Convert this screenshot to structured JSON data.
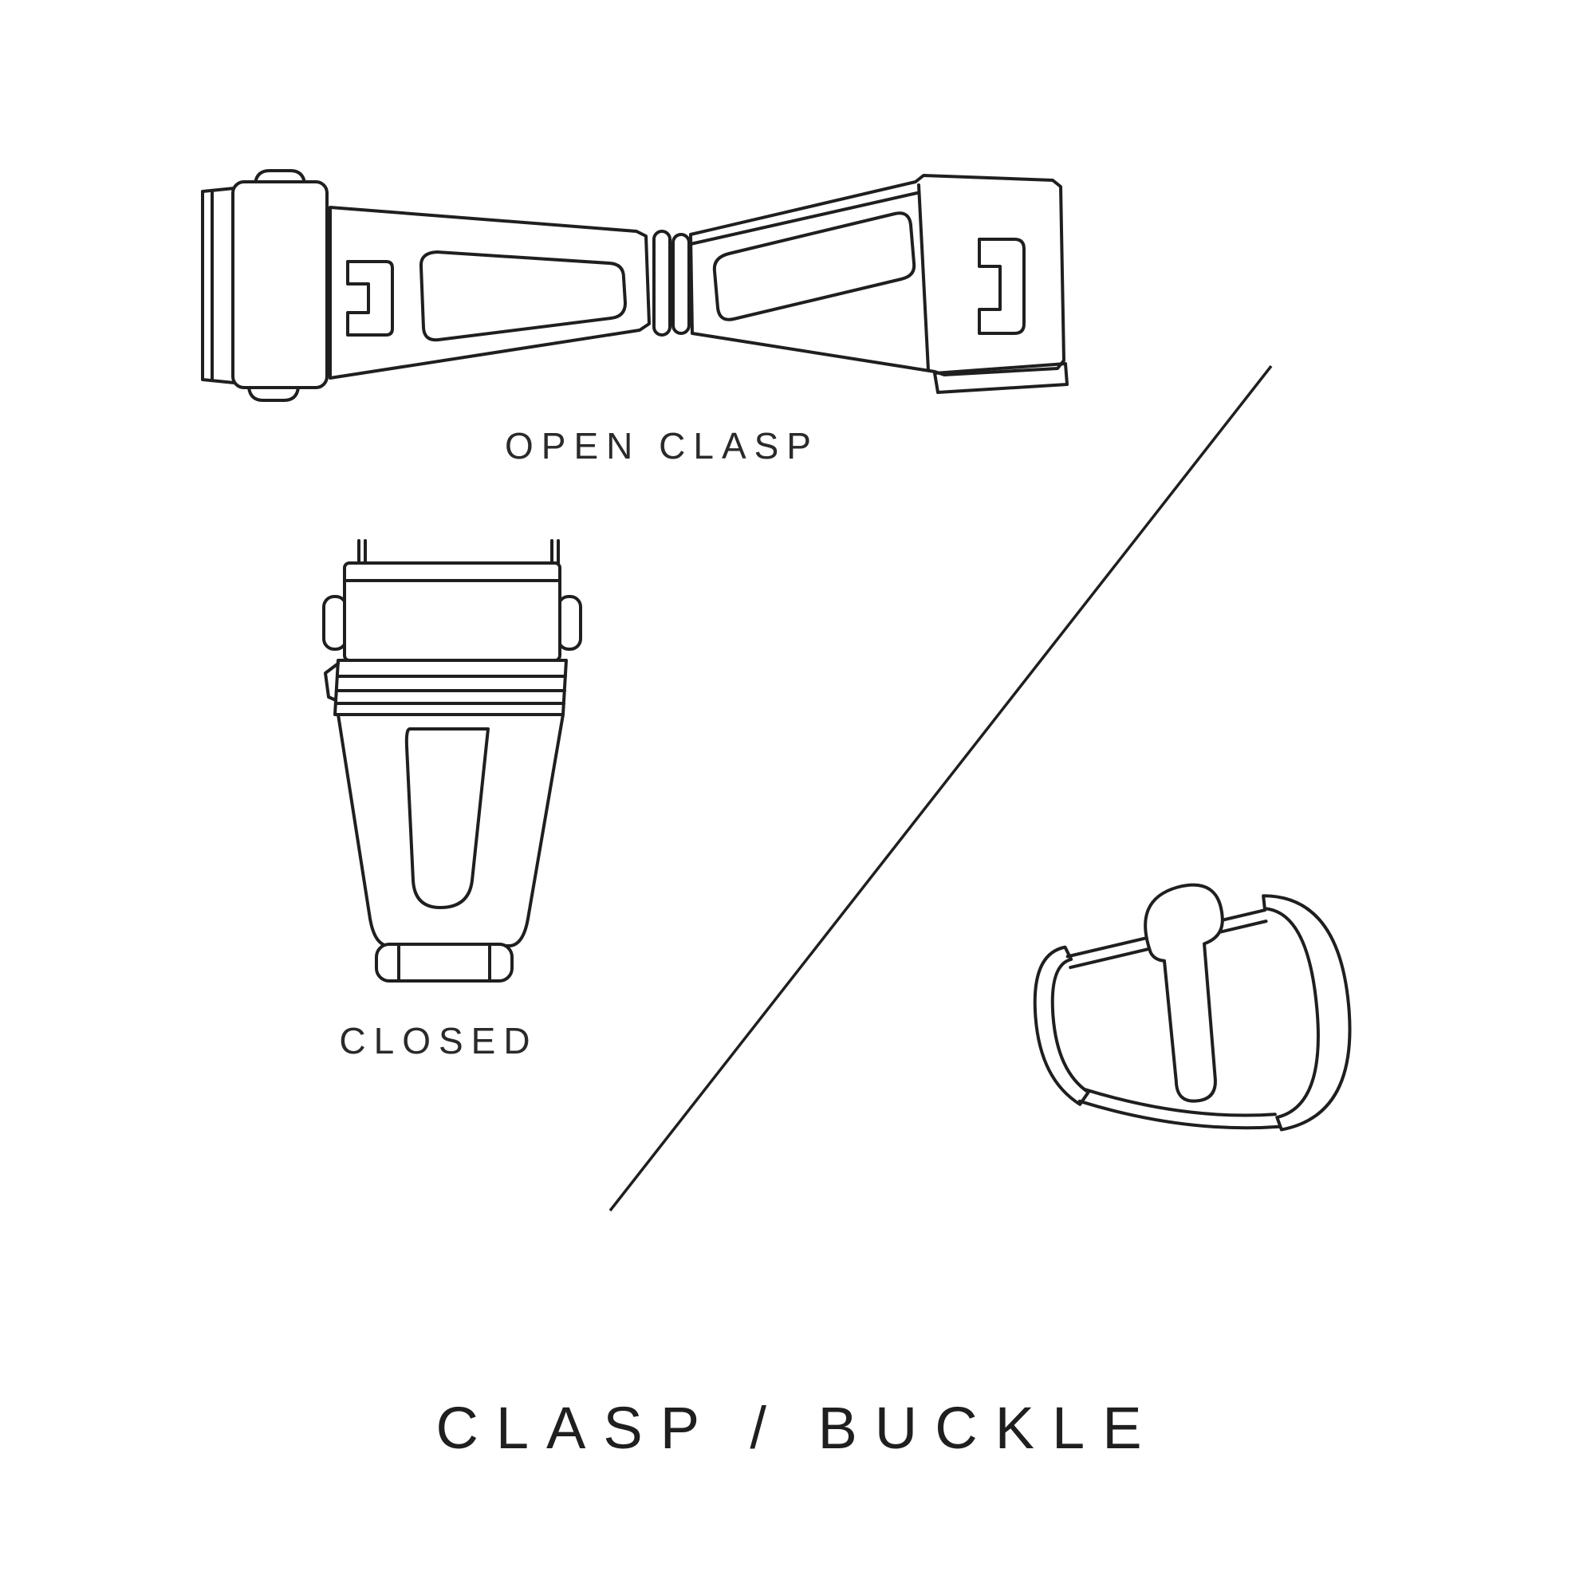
{
  "page": {
    "background_color": "#ffffff",
    "line_color": "#1f1f1f",
    "text_color": "#2a2a2a"
  },
  "labels": {
    "open_clasp": "OPEN CLASP",
    "closed": "CLOSED"
  },
  "title": "CLASP / BUCKLE",
  "illustrations": [
    {
      "name": "open-clasp-illustration",
      "caption": "OPEN CLASP"
    },
    {
      "name": "closed-clasp-illustration",
      "caption": "CLOSED"
    },
    {
      "name": "tang-buckle-illustration",
      "caption": ""
    }
  ]
}
